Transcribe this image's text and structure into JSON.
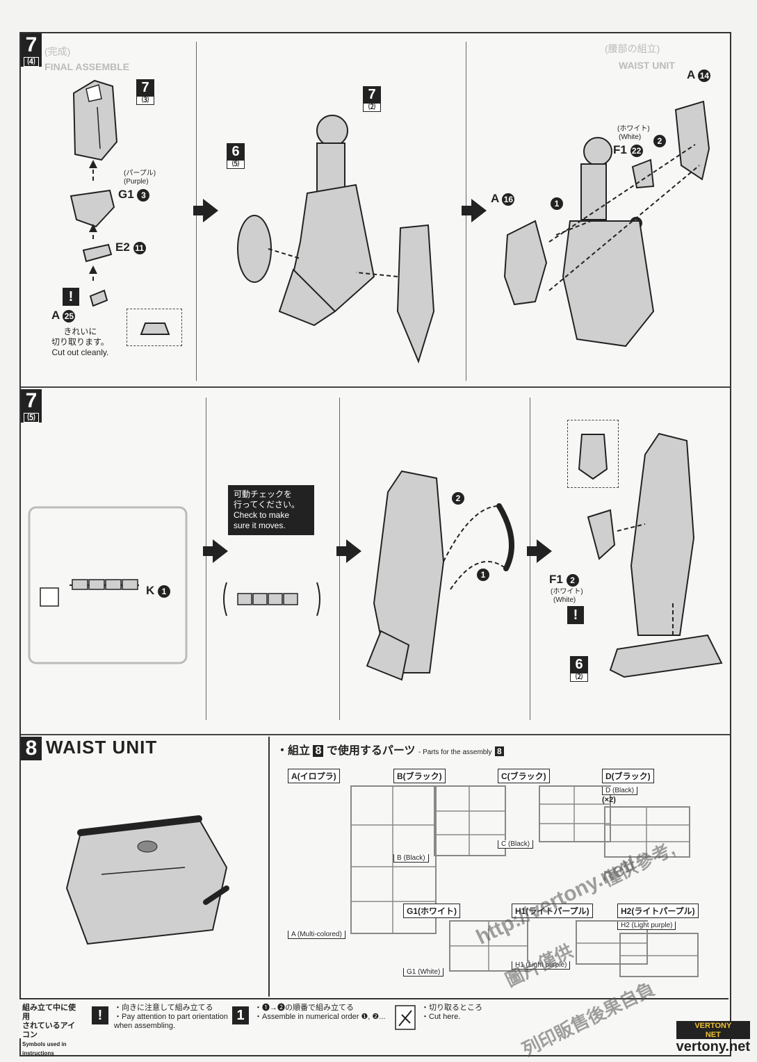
{
  "colors": {
    "ink": "#222222",
    "paper": "#f7f7f5",
    "part_fill": "#cfcfcf"
  },
  "step7_4": {
    "step_number": "7",
    "step_sub": "⑷",
    "ghost_title_jp": "(完成)",
    "ghost_title_en": "FINAL ASSEMBLE",
    "panel1": {
      "ref_num": "7",
      "ref_sub": "⑶",
      "part_g1_color_jp": "(パープル)",
      "part_g1_color_en": "(Purple)",
      "part_g1_label": "G1",
      "part_g1_num": "3",
      "part_e2_label": "E2",
      "part_e2_num": "11",
      "part_a_label": "A",
      "part_a_num": "25",
      "warn_symbol": "!",
      "note_jp_1": "きれいに",
      "note_jp_2": "切り取ります。",
      "note_en": "Cut out cleanly."
    },
    "panel2": {
      "ref_num": "7",
      "ref_sub": "⑵",
      "ref2_num": "6",
      "ref2_sub": "⑸"
    },
    "panel3": {
      "part_a14_label": "A",
      "part_a14_num": "14",
      "part_f1_color_jp": "(ホワイト)",
      "part_f1_color_en": "(White)",
      "part_f1_label": "F1",
      "part_f1_num": "22",
      "part_a16_label": "A",
      "part_a16_num": "16",
      "order1": "1",
      "order2": "2",
      "order3": "3"
    },
    "ghost_right_jp": "(腰部の組立)",
    "ghost_right_en": "WAIST UNIT"
  },
  "step7_5": {
    "step_number": "7",
    "step_sub": "⑸",
    "panel1": {
      "part_k_label": "K",
      "part_k_num": "1"
    },
    "panel2": {
      "callout_jp_1": "可動チェックを",
      "callout_jp_2": "行ってください。",
      "callout_en_1": "Check to make",
      "callout_en_2": "sure it moves."
    },
    "panel3": {
      "order1": "1",
      "order2": "2"
    },
    "panel4": {
      "part_f1_label": "F1",
      "part_f1_num": "2",
      "part_f1_color_jp": "(ホワイト)",
      "part_f1_color_en": "(White)",
      "warn_symbol": "!",
      "ref_num": "6",
      "ref_sub": "⑵"
    }
  },
  "step8": {
    "step_number": "8",
    "title": "WAIST UNIT",
    "parts_heading_jp_pre": "・組立",
    "parts_heading_num": "8",
    "parts_heading_jp_post": "で使用するパーツ",
    "parts_heading_en": "- Parts for the assembly",
    "runners": [
      {
        "label": "A(イロプラ)",
        "sub": "A (Multi-colored)",
        "note": ""
      },
      {
        "label": "B(ブラック)",
        "sub": "B (Black)",
        "note": ""
      },
      {
        "label": "C(ブラック)",
        "sub": "C (Black)",
        "note": ""
      },
      {
        "label": "D(ブラック)",
        "sub": "D (Black)",
        "note": "(×2)"
      },
      {
        "label": "G1(ホワイト)",
        "sub": "G1 (White)",
        "note": ""
      },
      {
        "label": "H1(ライトパープル)",
        "sub": "H1 (Light purple)",
        "note": ""
      },
      {
        "label": "H2(ライトパープル)",
        "sub": "H2 (Light purple)",
        "note": ""
      }
    ]
  },
  "legend": {
    "heading_jp_1": "組み立て中に使用",
    "heading_jp_2": "されているアイコン",
    "heading_en": "Symbols used in instructions",
    "item1_symbol": "!",
    "item1_jp": "・向きに注意して組み立てる",
    "item1_en_1": "・Pay attention to part orientation",
    "item1_en_2": "when assembling.",
    "item2_symbol": "1",
    "item2_jp": "・❶→❷の順番で組み立てる",
    "item2_en": "・Assemble in numerical order ❶, ❷...",
    "item3_jp": "・切り取るところ",
    "item3_en": "・Cut here."
  },
  "watermark": {
    "url": "http://vertony.net/",
    "cn_1": "僅供參考,",
    "cn_2": "圖片僅供",
    "cn_3": "列印販售後果自負",
    "logo_top": "VERTONY",
    "logo_bottom": "NET",
    "site": "vertony.net"
  }
}
